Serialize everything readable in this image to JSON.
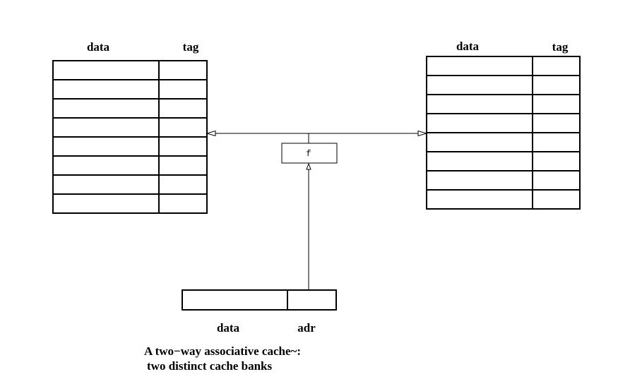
{
  "left_bank": {
    "data_header": "data",
    "tag_header": "tag",
    "rows": 8
  },
  "right_bank": {
    "data_header": "data",
    "tag_header": "tag",
    "rows": 8
  },
  "hash_function": {
    "label": "f"
  },
  "address": {
    "data_label": "data",
    "adr_label": "adr"
  },
  "caption": {
    "line1": "A two−way associative cache~:",
    "line2": "two distinct cache banks"
  }
}
